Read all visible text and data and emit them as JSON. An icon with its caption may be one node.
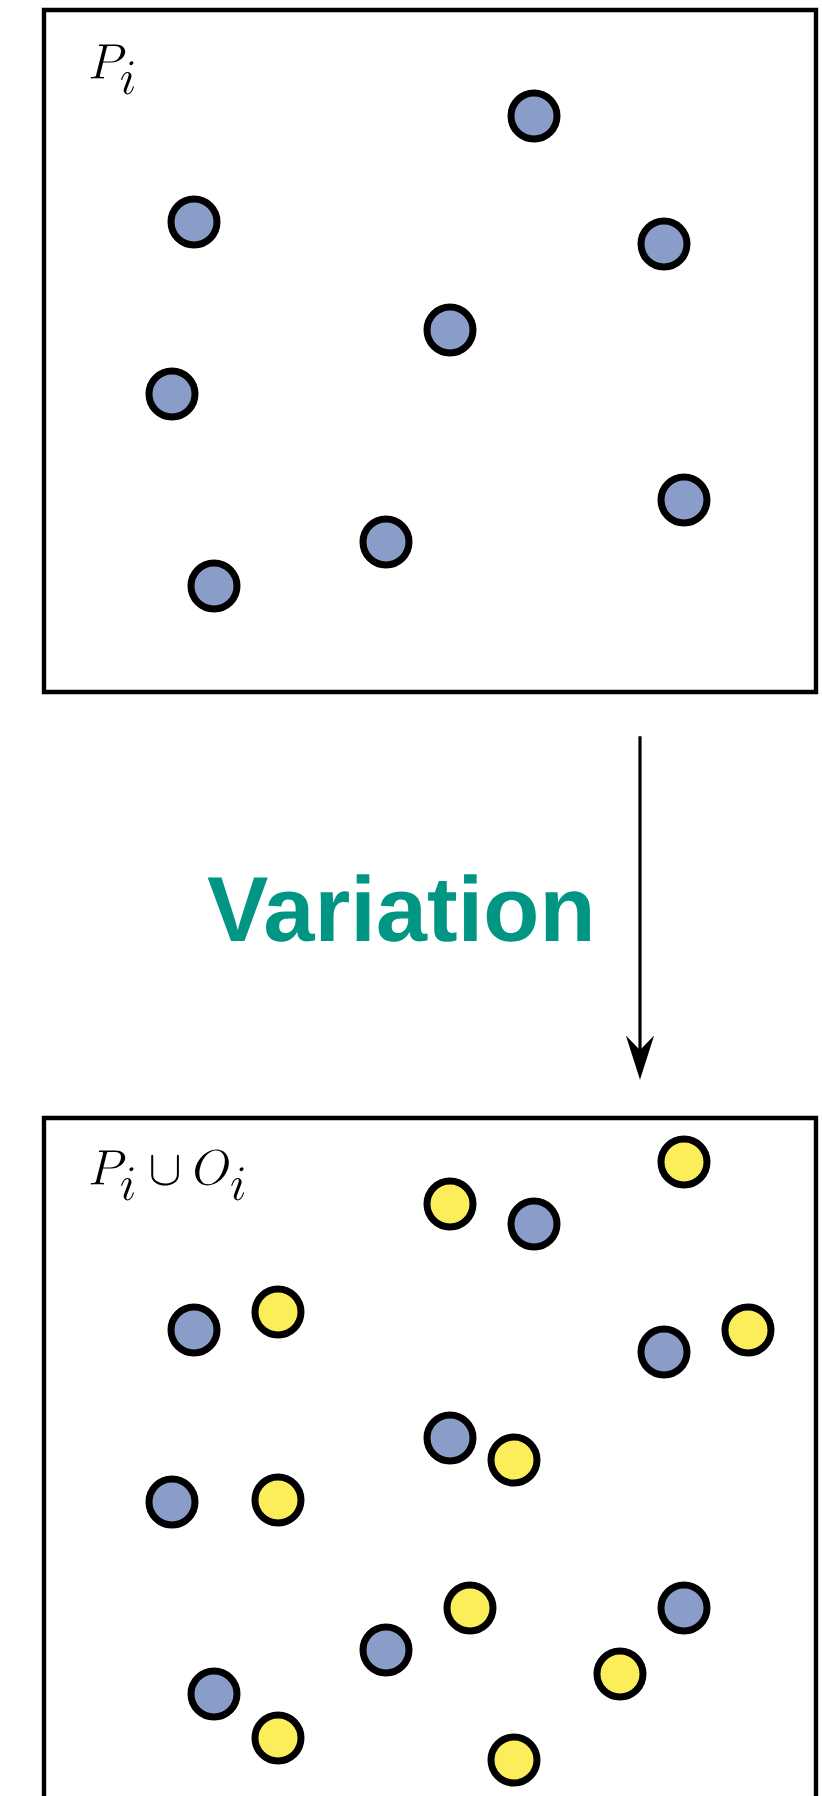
{
  "diagram": {
    "nodes": [
      {
        "text": [
          "P_i"
        ]
      },
      {
        "text": [
          "P_i \\cup O_i"
        ]
      }
    ],
    "edges": [
      {
        "from": 0,
        "to": 1,
        "arrow": "to",
        "label": "Variation"
      }
    ]
  }
}
